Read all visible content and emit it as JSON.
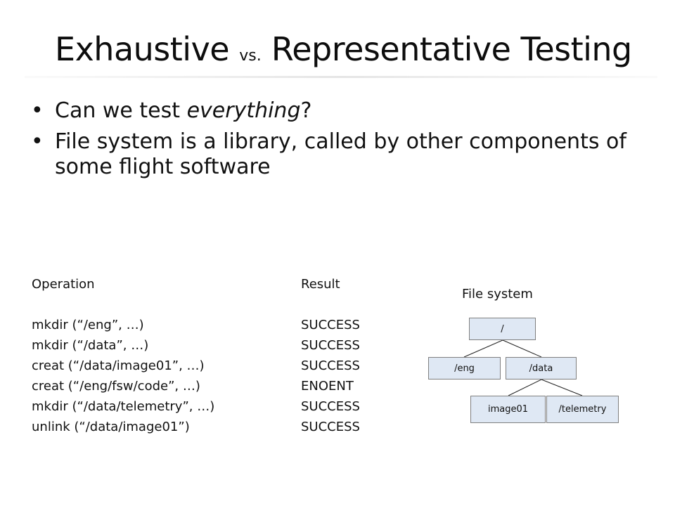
{
  "title": {
    "part1": "Exhaustive ",
    "vs": "vs.",
    "part2": " Representative Testing"
  },
  "bullets": [
    {
      "pre": "Can we test ",
      "em": "everything",
      "post": "?"
    },
    {
      "pre": "File system is a library, called by other components of some flight software",
      "em": "",
      "post": ""
    }
  ],
  "operations": {
    "headers": {
      "op": "Operation",
      "result": "Result"
    },
    "rows": [
      {
        "op": "mkdir (“/eng”, …)",
        "result": "SUCCESS"
      },
      {
        "op": "mkdir (“/data”, …)",
        "result": "SUCCESS"
      },
      {
        "op": "creat (“/data/image01”, …)",
        "result": "SUCCESS"
      },
      {
        "op": "creat (“/eng/fsw/code”, …)",
        "result": "ENOENT"
      },
      {
        "op": "mkdir (“/data/telemetry”, …)",
        "result": "SUCCESS"
      },
      {
        "op": "unlink (“/data/image01”)",
        "result": "SUCCESS"
      }
    ]
  },
  "file_system": {
    "title": "File system",
    "root": "/",
    "eng": "/eng",
    "data": "/data",
    "image01": "image01",
    "telemetry": "/telemetry",
    "node_fill": "#dfe8f4"
  }
}
